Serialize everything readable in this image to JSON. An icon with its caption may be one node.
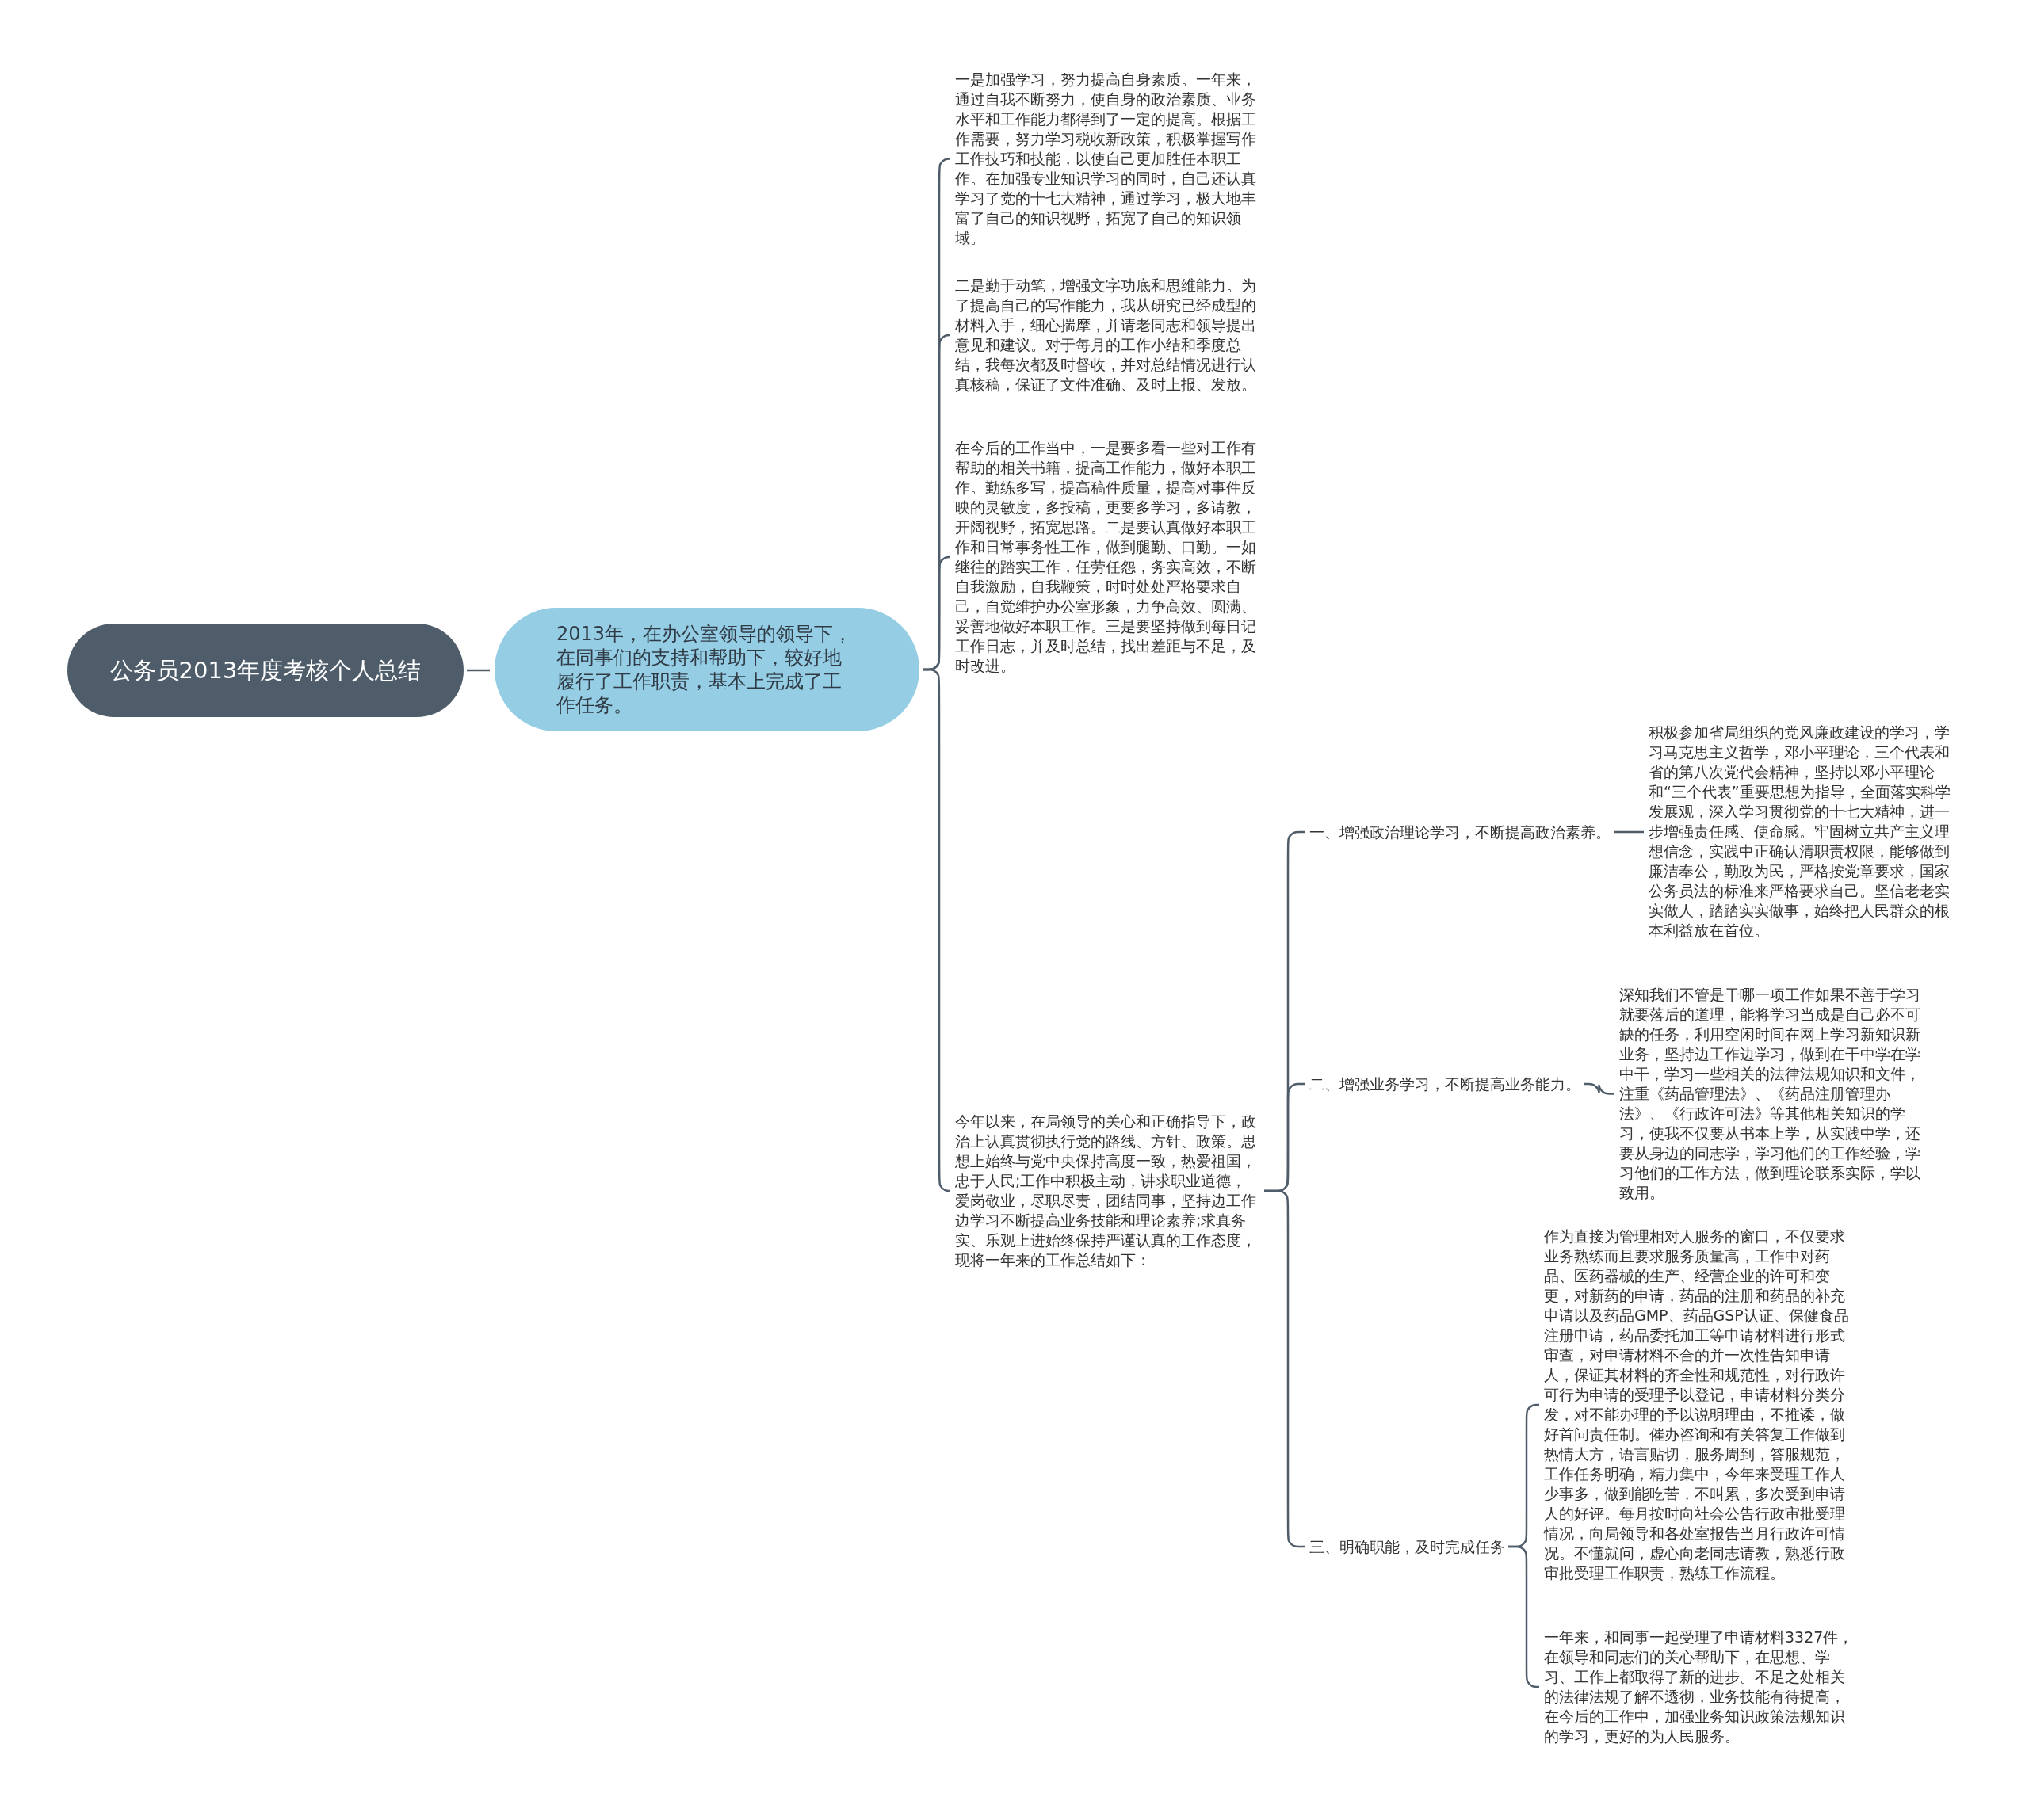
{
  "diagram": {
    "nodes": [
      {
        "text": [
          "公务员2013年度考核个人总结"
        ]
      },
      {
        "text": [
          "2013年，在办公室领导的领导下，在同事们的支持和帮助下，较好地履行了工作职责，基本上完成了工作任务。"
        ]
      },
      {
        "text": [
          "一是加强学习，努力提高自身素质。一年来，通过自我不断努力，使自身的政治素质、业务水平和工作能力都得到了一定的提高。根据工作需要，努力学习税收新政策，积极掌握写作工作技巧和技能，以使自己更加胜任本职工作。在加强专业知识学习的同时，自己还认真学习了党的十七大精神，通过学习，极大地丰富了自己的知识视野，拓宽了自己的知识领域。"
        ]
      },
      {
        "text": [
          "二是勤于动笔，增强文字功底和思维能力。为了提高自己的写作能力，我从研究已经成型的材料入手，细心揣摩，并请老同志和领导提出意见和建议。对于每月的工作小结和季度总结，我每次都及时督收，并对总结情况进行认真核稿，保证了文件准确、及时上报、发放。"
        ]
      },
      {
        "text": [
          "在今后的工作当中，一是要多看一些对工作有帮助的相关书籍，提高工作能力，做好本职工作。勤练多写，提高稿件质量，提高对事件反映的灵敏度，多投稿，更要多学习，多请教，开阔视野，拓宽思路。二是要认真做好本职工作和日常事务性工作，做到腿勤、口勤。一如继往的踏实工作，任劳任怨，务实高效，不断自我激励，自我鞭策，时时处处严格要求自己，自觉维护办公室形象，力争高效、圆满、妥善地做好本职工作。三是要坚持做到每日记工作日志，并及时总结，找出差距与不足，及时改进。"
        ]
      },
      {
        "text": [
          "今年以来，在局领导的关心和正确指导下，政治上认真贯彻执行党的路线、方针、政策。思想上始终与党中央保持高度一致，热爱祖国，忠于人民;工作中积极主动，讲求职业道德，爱岗敬业，尽职尽责，团结同事，坚持边工作边学习不断提高业务技能和理论素养;求真务实、乐观上进始终保持严谨认真的工作态度，现将一年来的工作总结如下："
        ]
      },
      {
        "text": [
          "一、增强政治理论学习，不断提高政治素养。"
        ]
      },
      {
        "text": [
          "积极参加省局组织的党风廉政建设的学习，学习马克思主义哲学，邓小平理论，三个代表和省的第八次党代会精神，坚持以邓小平理论和“三个代表”重要思想为指导，全面落实科学发展观，深入学习贯彻党的十七大精神，进一步增强责任感、使命感。牢固树立共产主义理想信念，实践中正确认清职责权限，能够做到廉洁奉公，勤政为民，严格按党章要求，国家公务员法的标准来严格要求自己。坚信老老实实做人，踏踏实实做事，始终把人民群众的根本利益放在首位。"
        ]
      },
      {
        "text": [
          "二、增强业务学习，不断提高业务能力。"
        ]
      },
      {
        "text": [
          "深知我们不管是干哪一项工作如果不善于学习就要落后的道理，能将学习当成是自己必不可缺的任务，利用空闲时间在网上学习新知识新业务，坚持边工作边学习，做到在干中学在学中干，学习一些相关的法律法规知识和文件，注重《药品管理法》、《药品注册管理办法》、《行政许可法》等其他相关知识的学习，使我不仅要从书本上学，从实践中学，还要从身边的同志学，学习他们的工作经验，学习他们的工作方法，做到理论联系实际，学以致用。"
        ]
      },
      {
        "text": [
          "三、明确职能，及时完成任务"
        ]
      },
      {
        "text": [
          "作为直接为管理相对人服务的窗口，不仅要求业务熟练而且要求服务质量高，工作中对药品、医药器械的生产、经营企业的许可和变更，对新药的申请，药品的注册和药品的补充申请以及药品GMP、药品GSP认证、保健食品注册申请，药品委托加工等申请材料进行形式审查，对申请材料不合的并一次性告知申请人，保证其材料的齐全性和规范性，对行政许可行为申请的受理予以登记，申请材料分类分发，对不能办理的予以说明理由，不推诿，做好首问责任制。催办咨询和有关答复工作做到热情大方，语言贴切，服务周到，答服规范，工作任务明确，精力集中，今年来受理工作人少事多，做到能吃苦，不叫累，多次受到申请人的好评。每月按时向社会公告行政审批受理情况，向局领导和各处室报告当月行政许可情况。不懂就问，虚心向老同志请教，熟悉行政审批受理工作职责，熟练工作流程。"
        ]
      },
      {
        "text": [
          "一年来，和同事一起受理了申请材料3327件，在领导和同志们的关心帮助下，在思想、学习、工作上都取得了新的进步。不足之处相关的法律法规了解不透彻，业务技能有待提高，在今后的工作中，加强业务知识政策法规知识的学习，更好的为人民服务。"
        ]
      }
    ],
    "edges": [
      {
        "from": 0,
        "to": 1,
        "arrow": "none"
      },
      {
        "from": 1,
        "to": 2,
        "arrow": "none"
      },
      {
        "from": 1,
        "to": 3,
        "arrow": "none"
      },
      {
        "from": 1,
        "to": 4,
        "arrow": "none"
      },
      {
        "from": 1,
        "to": 5,
        "arrow": "none"
      },
      {
        "from": 5,
        "to": 6,
        "arrow": "none"
      },
      {
        "from": 5,
        "to": 8,
        "arrow": "none"
      },
      {
        "from": 5,
        "to": 10,
        "arrow": "none"
      },
      {
        "from": 6,
        "to": 7,
        "arrow": "none"
      },
      {
        "from": 8,
        "to": 9,
        "arrow": "none"
      },
      {
        "from": 10,
        "to": 11,
        "arrow": "none"
      },
      {
        "from": 10,
        "to": 12,
        "arrow": "none"
      }
    ]
  }
}
